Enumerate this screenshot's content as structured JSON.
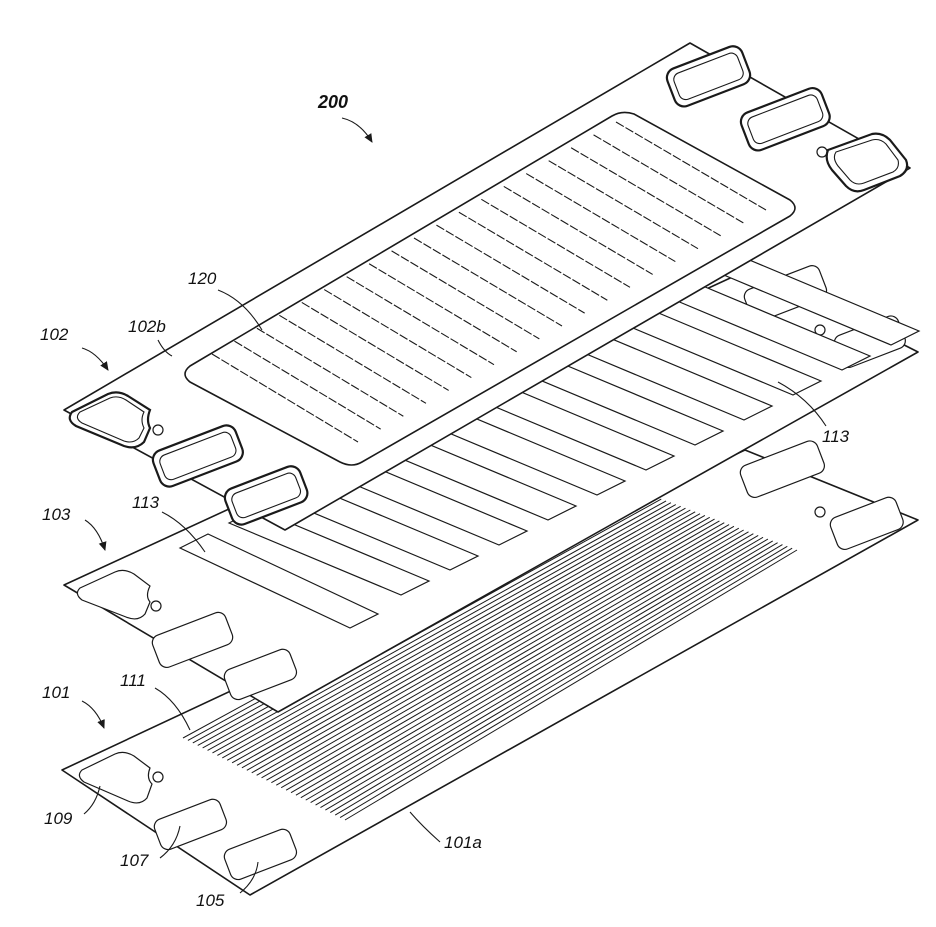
{
  "labels": {
    "assembly": "200",
    "plate_top": "102",
    "plate_top_face": "102b",
    "flow_field": "120",
    "plate_middle": "103",
    "window_right": "113",
    "window_left": "113",
    "plate_bottom": "101",
    "channels": "111",
    "port_a": "109",
    "port_b": "107",
    "port_c": "105",
    "plate_bottom_face": "101a"
  }
}
